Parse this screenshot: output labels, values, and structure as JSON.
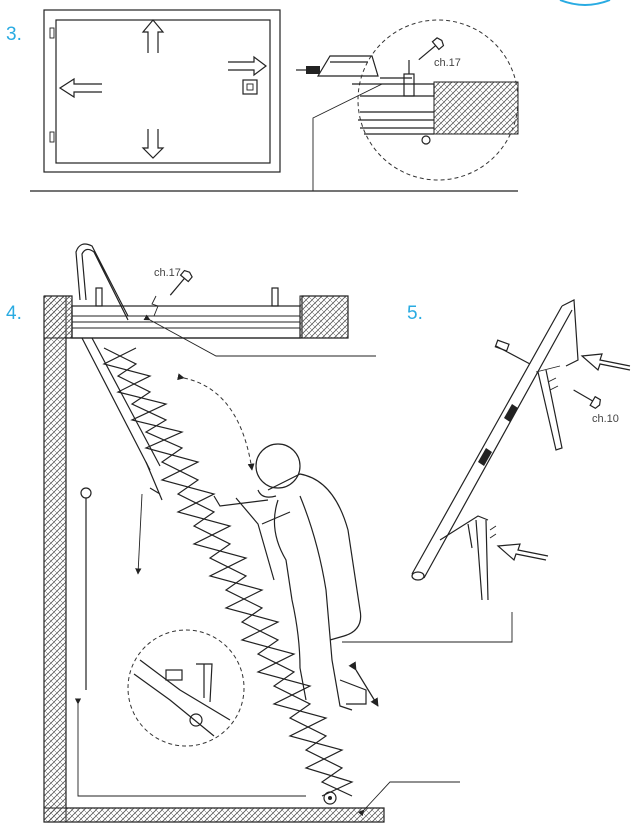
{
  "steps": [
    {
      "number": "3."
    },
    {
      "number": "4."
    },
    {
      "number": "5."
    }
  ],
  "wrench_labels": {
    "step3": "ch.17",
    "step4": "ch.17",
    "step5": "ch.10"
  },
  "colors": {
    "step_number": "#29abe2",
    "line": "#222222",
    "hatch": "#555555"
  }
}
